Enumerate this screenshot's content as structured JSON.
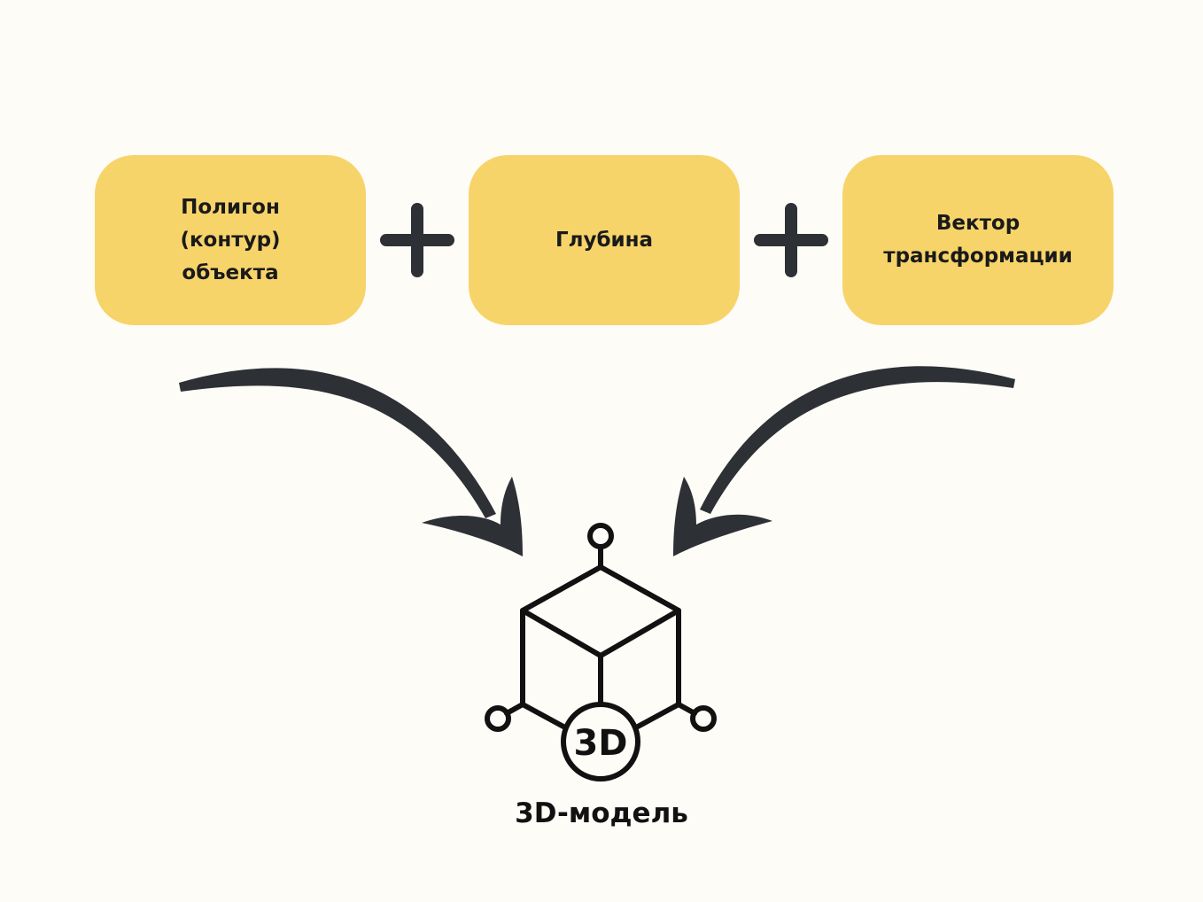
{
  "diagram": {
    "inputs": [
      {
        "label": "Полигон\n(контур)\nобъекта"
      },
      {
        "label": "Глубина"
      },
      {
        "label": "Вектор\nтрансформации"
      }
    ],
    "result": {
      "icon_text": "3D",
      "label": "3D-модель"
    }
  },
  "colors": {
    "background": "#fefcf7",
    "box_fill": "#f7d46a",
    "dark": "#2d3136",
    "text": "#111111"
  },
  "icons": [
    "plus-icon",
    "curved-arrow-icon",
    "3d-cube-icon"
  ]
}
